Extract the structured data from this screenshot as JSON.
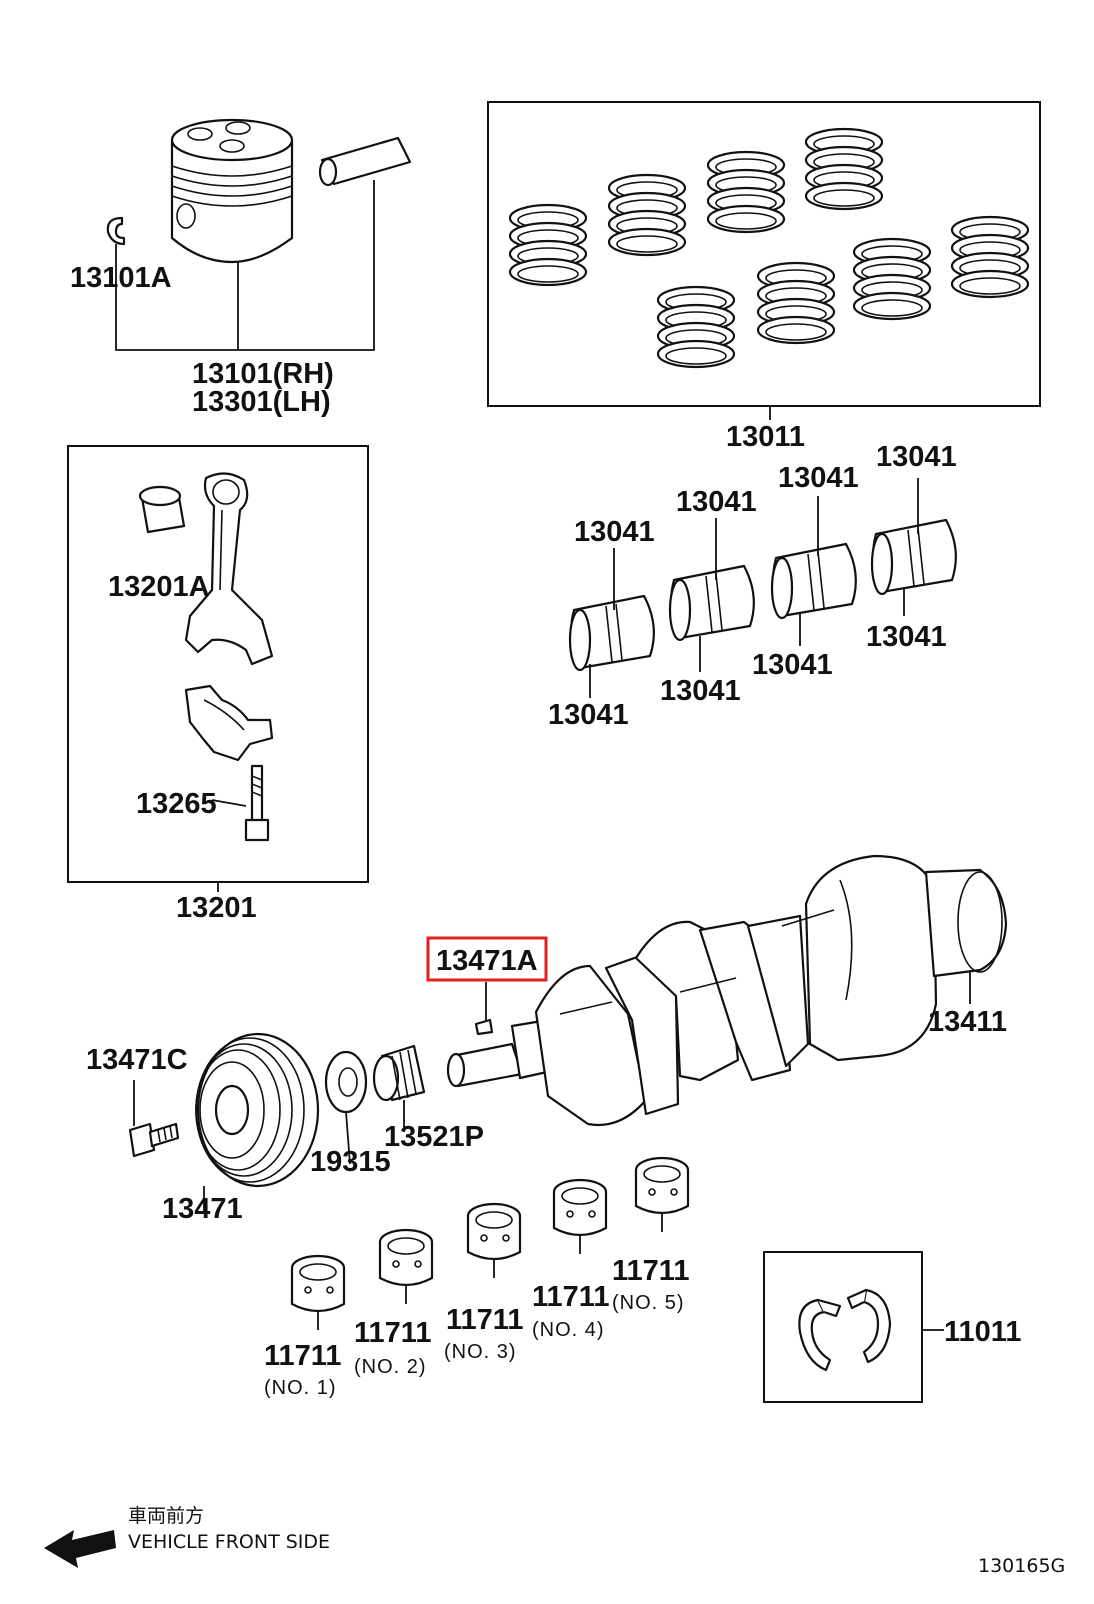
{
  "labels": {
    "p13101A": "13101A",
    "p13101": "13101(RH)",
    "p13301": "13301(LH)",
    "p13011": "13011",
    "p13201A": "13201A",
    "p13265": "13265",
    "p13201": "13201",
    "p13041": "13041",
    "p13471A": "13471A",
    "p13411": "13411",
    "p13471C": "13471C",
    "p19315": "19315",
    "p13521P": "13521P",
    "p13471": "13471",
    "p11711": "11711",
    "no1": "(NO. 1)",
    "no2": "(NO. 2)",
    "no3": "(NO. 3)",
    "no4": "(NO. 4)",
    "no5": "(NO. 5)",
    "p11011": "11011"
  },
  "direction": {
    "jp": "車両前方",
    "en": "VEHICLE FRONT SIDE"
  },
  "figure_id": "130165G",
  "highlight_color": "#e0201c"
}
